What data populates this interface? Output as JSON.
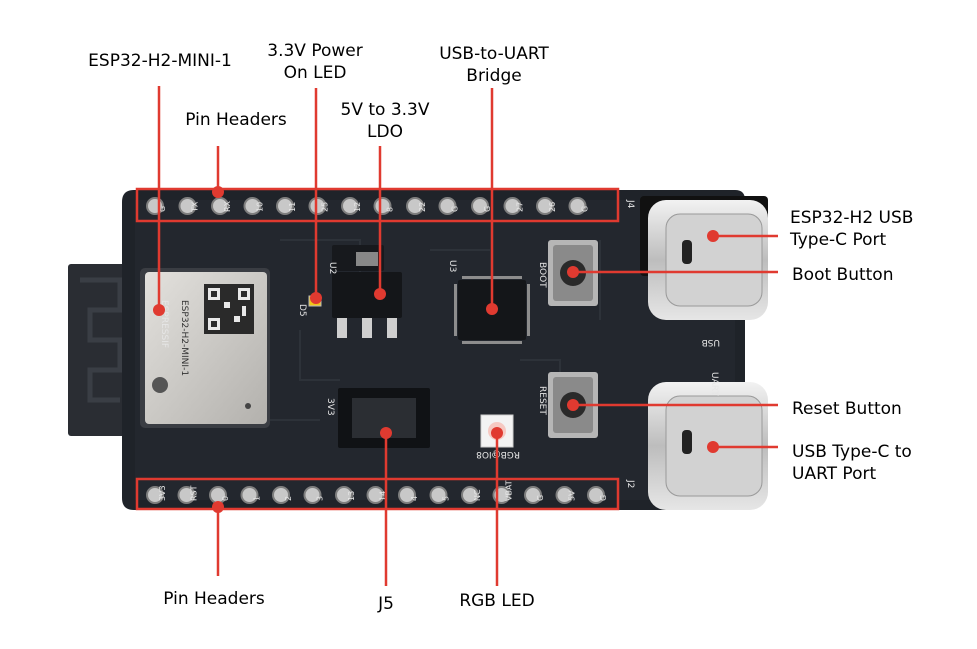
{
  "colors": {
    "callout_line": "#e03a30",
    "board": "#1f2329",
    "module_shield": "#c9c7c3",
    "header_box": "#e03a30"
  },
  "labels": {
    "module": "ESP32-H2-MINI-1",
    "power_led": "3.3V Power\nOn LED",
    "bridge": "USB-to-UART\nBridge",
    "pin_headers_top": "Pin Headers",
    "ldo": "5V to 3.3V\nLDO",
    "usb_port": "ESP32-H2 USB\nType-C Port",
    "boot_button": "Boot Button",
    "reset_button": "Reset Button",
    "uart_port": "USB Type-C to\nUART Port",
    "pin_headers_bottom": "Pin Headers",
    "j5": "J5",
    "rgb_led": "RGB LED"
  },
  "silkscreen": {
    "brand": "ESPRESSIF",
    "module_name": "ESP32-H2-MINI-1",
    "top_pins": [
      "G",
      "TX",
      "RX",
      "10",
      "11",
      "25",
      "12",
      "8",
      "22",
      "G",
      "G",
      "27",
      "26",
      "G"
    ],
    "bottom_pins": [
      "3V3",
      "RST",
      "0",
      "1",
      "2",
      "3",
      "13",
      "14",
      "4",
      "5",
      "NC",
      "VBAT",
      "G",
      "5V",
      "G"
    ],
    "j4": "J4",
    "j2": "J2",
    "usb": "USB",
    "uart": "UART",
    "boot": "BOOT",
    "reset": "RESET",
    "rgb": "RGB@IO8",
    "u2": "U2",
    "u3": "U3",
    "d5": "D5",
    "3v3": "3V3"
  }
}
